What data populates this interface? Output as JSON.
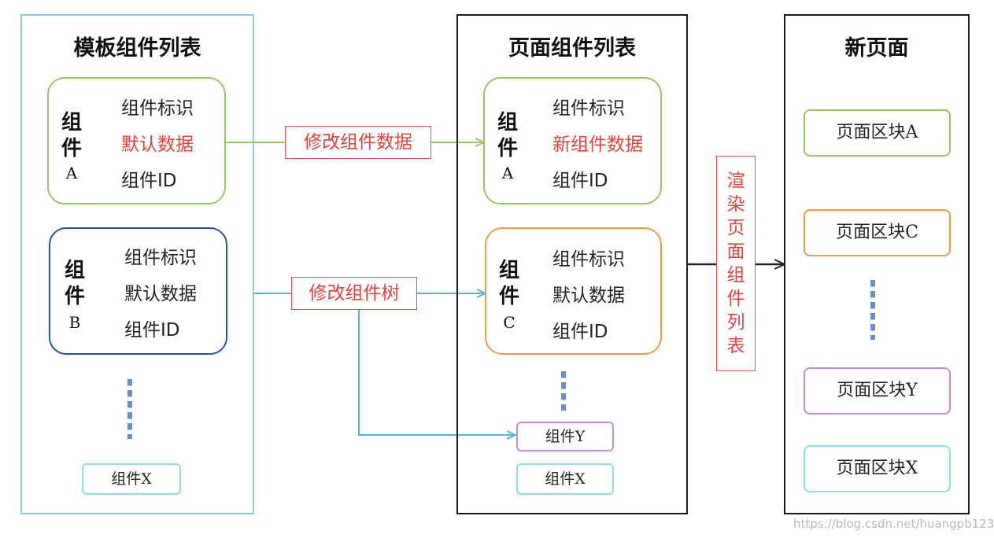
{
  "panels": {
    "template": {
      "title": "模板组件列表"
    },
    "page": {
      "title": "页面组件列表"
    },
    "newpage": {
      "title": "新页面"
    }
  },
  "template_components": [
    {
      "name": "组件",
      "letter": "A",
      "fields": [
        "组件标识",
        "默认数据",
        "组件ID"
      ],
      "highlight_index": 1
    },
    {
      "name": "组件",
      "letter": "B",
      "fields": [
        "组件标识",
        "默认数据",
        "组件ID"
      ]
    }
  ],
  "template_extra": {
    "label": "组件X"
  },
  "page_components": [
    {
      "name": "组件",
      "letter": "A",
      "fields": [
        "组件标识",
        "新组件数据",
        "组件ID"
      ],
      "highlight_index": 1
    },
    {
      "name": "组件",
      "letter": "C",
      "fields": [
        "组件标识",
        "默认数据",
        "组件ID"
      ]
    }
  ],
  "page_extra": [
    {
      "label": "组件Y"
    },
    {
      "label": "组件X"
    }
  ],
  "actions": {
    "modify_data": "修改组件数据",
    "modify_tree": "修改组件树",
    "render_chars": [
      "渲",
      "染",
      "页",
      "面",
      "组",
      "件",
      "列",
      "表"
    ]
  },
  "new_page_blocks": [
    {
      "label": "页面区块A"
    },
    {
      "label": "页面区块C"
    },
    {
      "label": "页面区块Y"
    },
    {
      "label": "页面区块X"
    }
  ],
  "watermark": "https://blog.csdn.net/huangpb123",
  "colors": {
    "green": "#9ac46a",
    "blue_dark": "#2b4fa0",
    "orange": "#ee9a4e",
    "purple": "#c58be0",
    "cyan": "#8fdcea",
    "light_blue_arrow": "#5ab0d8",
    "red_text": "#e0443c"
  }
}
